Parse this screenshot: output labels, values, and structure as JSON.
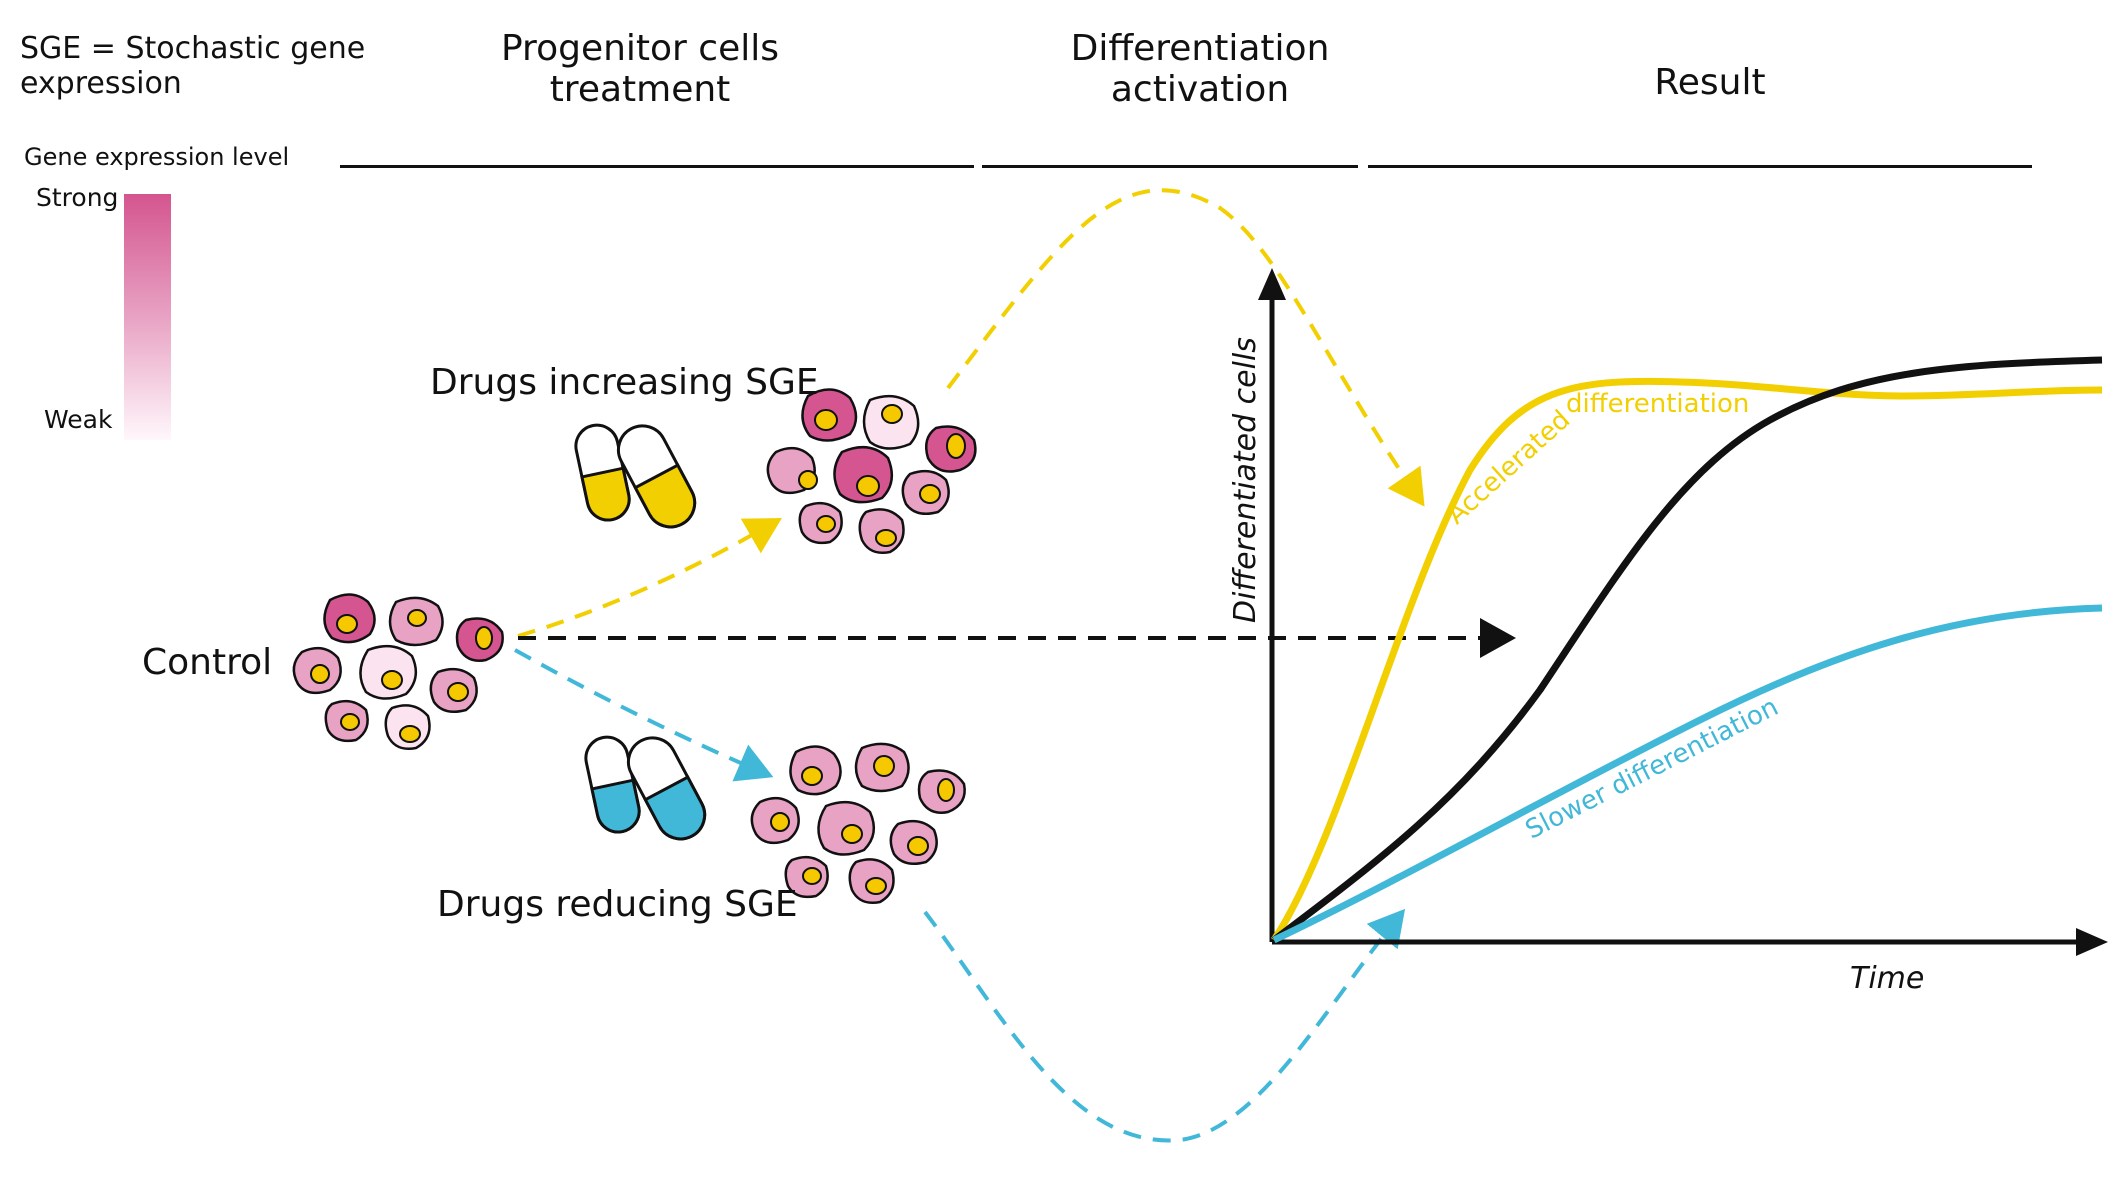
{
  "legend": {
    "definition_line1": "SGE = Stochastic gene",
    "definition_line2": "expression",
    "scale_title": "Gene expression level",
    "scale_high": "Strong",
    "scale_low": "Weak"
  },
  "stages": [
    {
      "line1": "Progenitor cells",
      "line2": "treatment"
    },
    {
      "line1": "Differentiation",
      "line2": "activation"
    },
    {
      "line1": "Result",
      "line2": ""
    }
  ],
  "groups": {
    "control": "Control",
    "increasing": "Drugs increasing SGE",
    "reducing": "Drugs reducing SGE"
  },
  "chart": {
    "ylabel": "Differentiated cells",
    "xlabel": "Time",
    "accelerated_label_part1": "Accelerated",
    "accelerated_label_part2": "differentiation",
    "slower_label": "Slower differentiation"
  },
  "colors": {
    "yellow": "#f2cf00",
    "blue": "#42b8d8",
    "black": "#111111",
    "cell_strong": "#d4558f",
    "cell_medium": "#e8a2c3",
    "cell_weak": "#fbe3ef",
    "nucleus": "#f5c800"
  },
  "icons": {
    "capsule_increasing": "capsule-icon",
    "capsule_reducing": "capsule-icon"
  }
}
